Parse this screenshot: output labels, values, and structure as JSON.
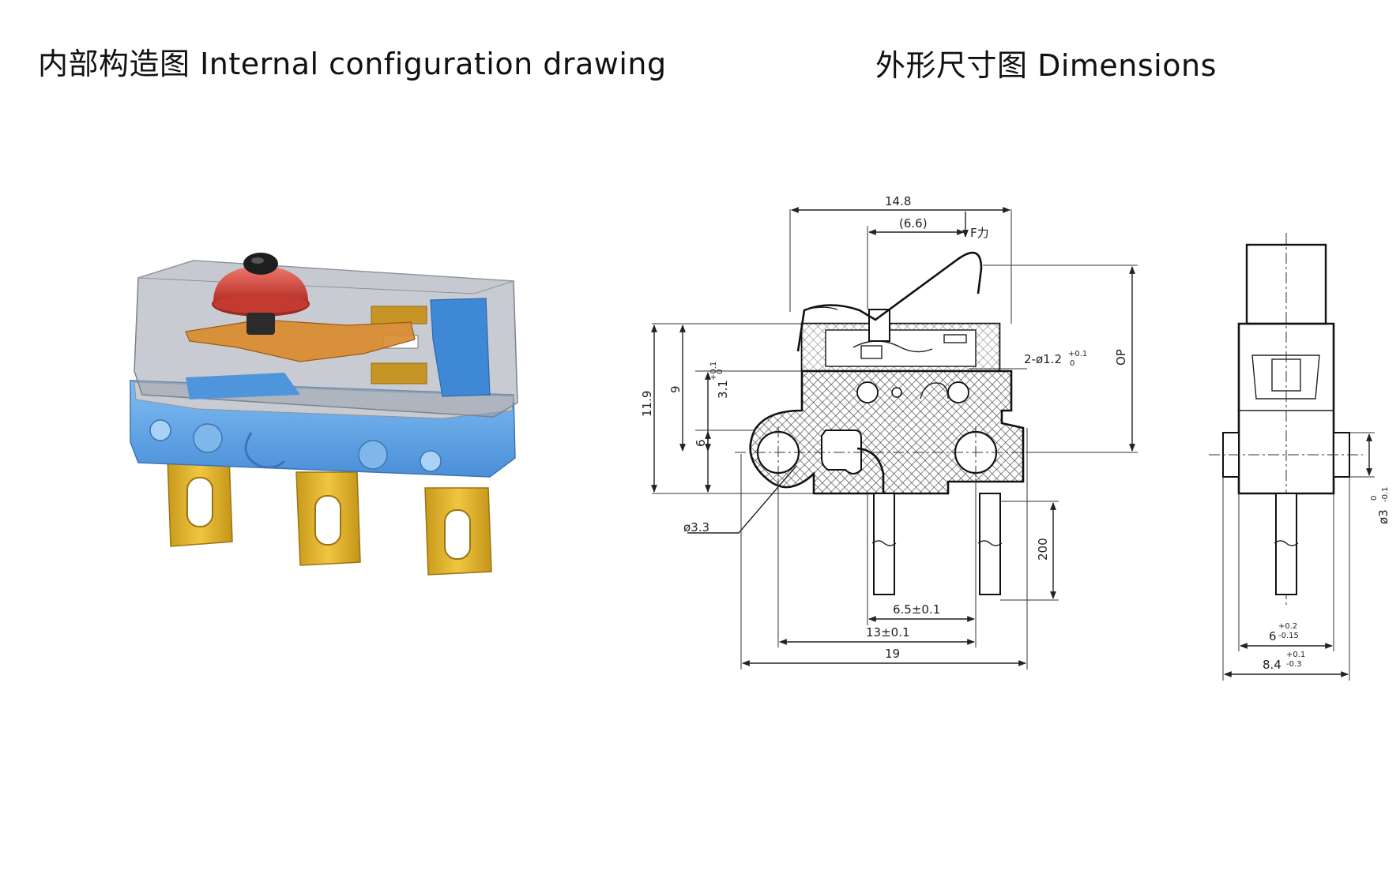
{
  "titles": {
    "internal": "内部构造图 Internal configuration drawing",
    "dimensions": "外形尺寸图 Dimensions"
  },
  "dimensions": {
    "width_14_8": "14.8",
    "ref_6_6": "(6.6)",
    "force": "F力",
    "height_11_9": "11.9",
    "height_9": "9",
    "height_3_1": "3.1",
    "height_3_1_tol_plus": "+0.1",
    "height_3_1_tol_minus": "0",
    "height_6": "6",
    "holes_2_phi_1_2": "2-ø1.2",
    "holes_tol_plus": "+0.1",
    "holes_tol_minus": "0",
    "op": "OP",
    "phi_3_3": "ø3.3",
    "lead_200": "200",
    "pitch_6_5": "6.5±0.1",
    "pitch_13": "13±0.1",
    "length_19": "19",
    "side_6": "6",
    "side_6_tol_plus": "+0.2",
    "side_6_tol_minus": "-0.15",
    "side_8_4": "8.4",
    "side_8_4_tol_plus": "+0.1",
    "side_8_4_tol_minus": "-0.3",
    "pin_phi_3": "ø3",
    "pin_phi_3_tol_plus": "0",
    "pin_phi_3_tol_minus": "-0.1"
  },
  "colors": {
    "housing_blue": "#5aa0e0",
    "housing_grey": "#b9bfc6",
    "actuator_red": "#d9403a",
    "terminal_gold": "#d9ad2a",
    "lever_orange": "#d98a2a",
    "hatch": "#444444"
  }
}
